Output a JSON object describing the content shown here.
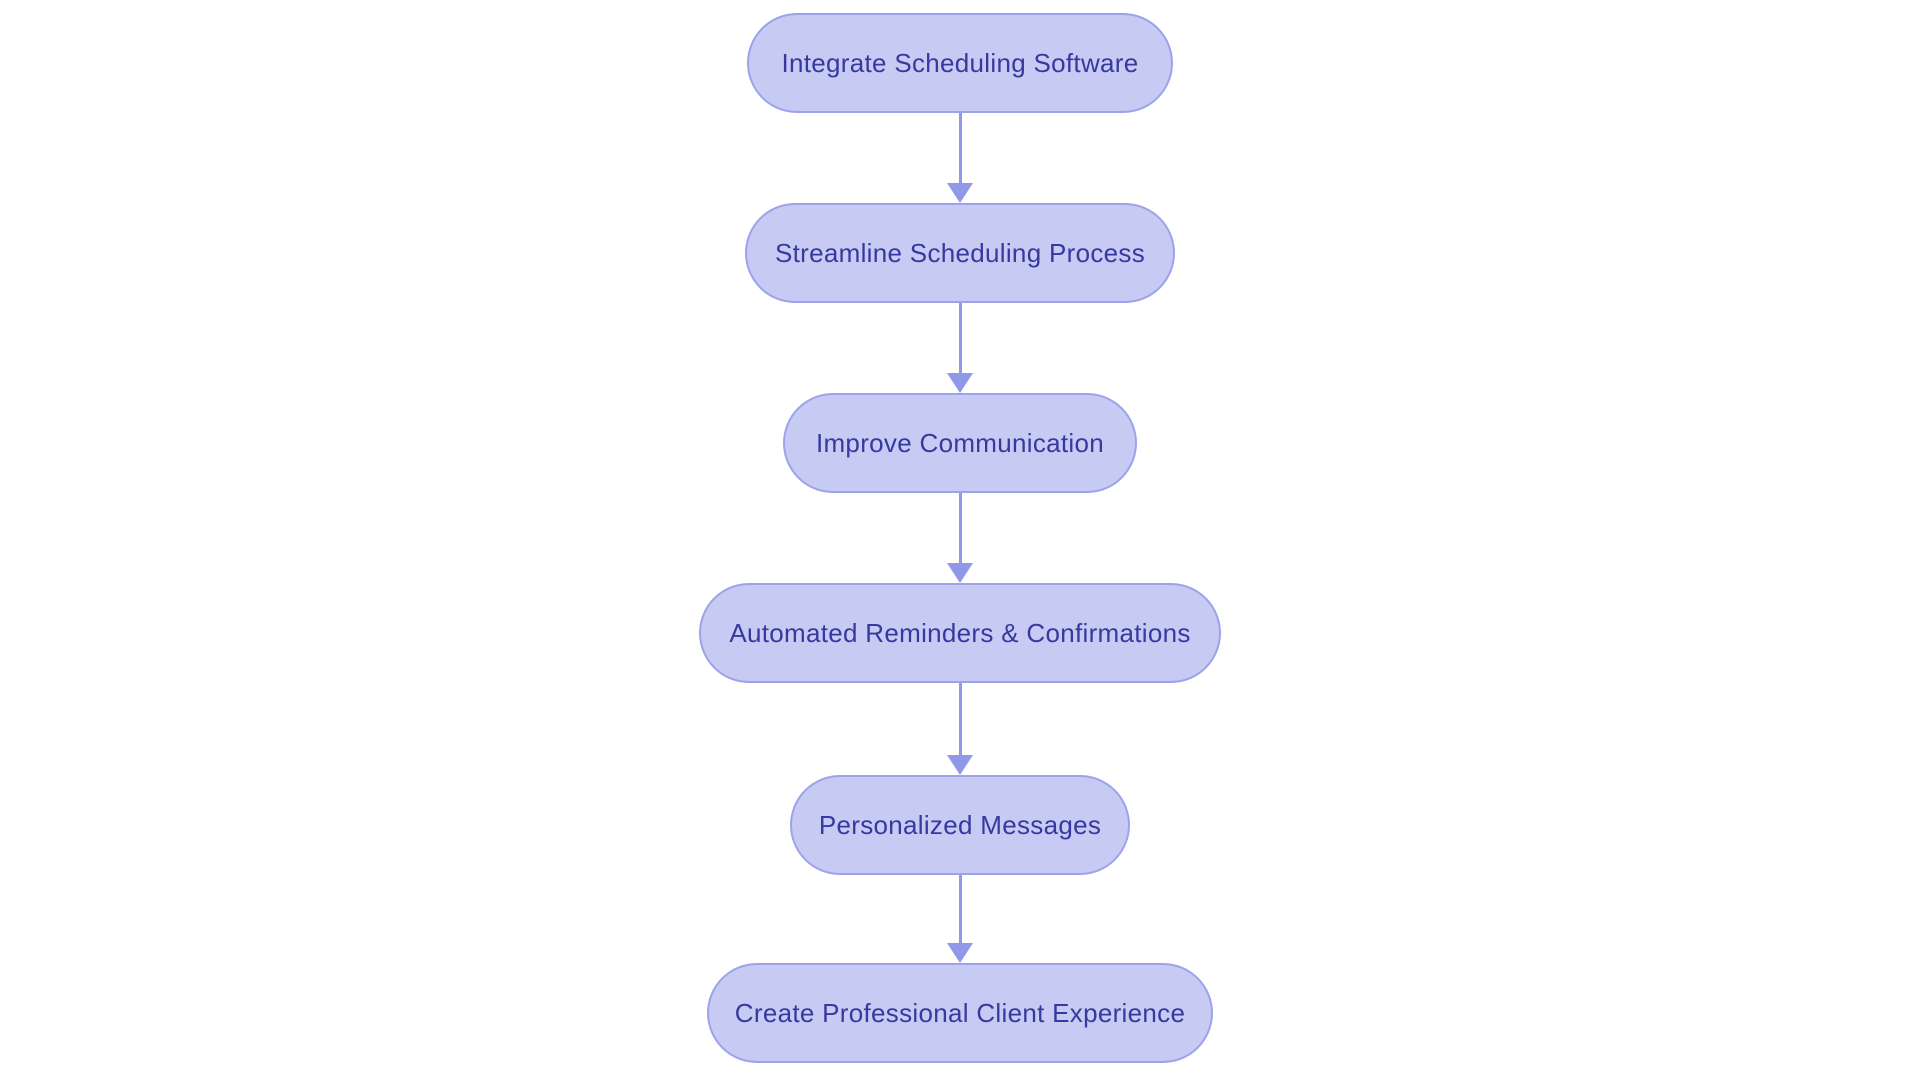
{
  "page": {
    "background_color": "#ffffff",
    "kind": "flowchart-diagram"
  },
  "flowchart": {
    "type": "vertical-flow",
    "direction": "top-to-bottom",
    "colors": {
      "node_fill": "#c7caf3",
      "node_border": "#9ca3ea",
      "node_text": "#36399f",
      "arrow": "#8f98e9",
      "canvas_bg": "#ffffff"
    },
    "nodes": [
      {
        "id": 1,
        "label": "Integrate Scheduling Software"
      },
      {
        "id": 2,
        "label": "Streamline Scheduling Process"
      },
      {
        "id": 3,
        "label": "Improve Communication"
      },
      {
        "id": 4,
        "label": "Automated Reminders & Confirmations"
      },
      {
        "id": 5,
        "label": "Personalized Messages"
      },
      {
        "id": 6,
        "label": "Create Professional Client Experience"
      }
    ],
    "connections": [
      {
        "from": 1,
        "to": 2
      },
      {
        "from": 2,
        "to": 3
      },
      {
        "from": 3,
        "to": 4
      },
      {
        "from": 4,
        "to": 5
      },
      {
        "from": 5,
        "to": 6
      }
    ]
  }
}
